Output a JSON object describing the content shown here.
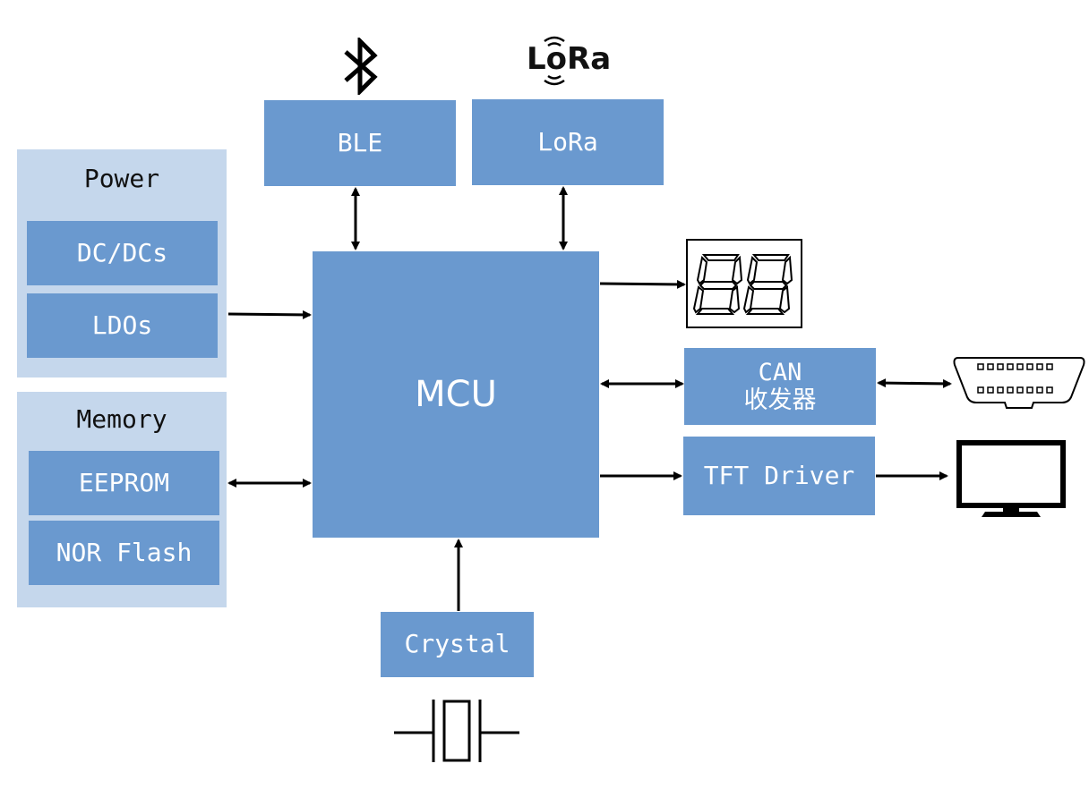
{
  "groups": {
    "power": {
      "title": "Power",
      "items": [
        "DC/DCs",
        "LDOs"
      ]
    },
    "memory": {
      "title": "Memory",
      "items": [
        "EEPROM",
        "NOR Flash"
      ]
    }
  },
  "blocks": {
    "ble": "BLE",
    "lora": "LoRa",
    "mcu": "MCU",
    "can_line1": "CAN",
    "can_line2": "收发器",
    "tft": "TFT Driver",
    "crystal": "Crystal"
  },
  "logos": {
    "lora_logo": "LoRa"
  },
  "icons": [
    "bluetooth-icon",
    "lora-logo",
    "seven-segment-display-icon",
    "obd-connector-icon",
    "monitor-icon",
    "crystal-symbol-icon"
  ]
}
